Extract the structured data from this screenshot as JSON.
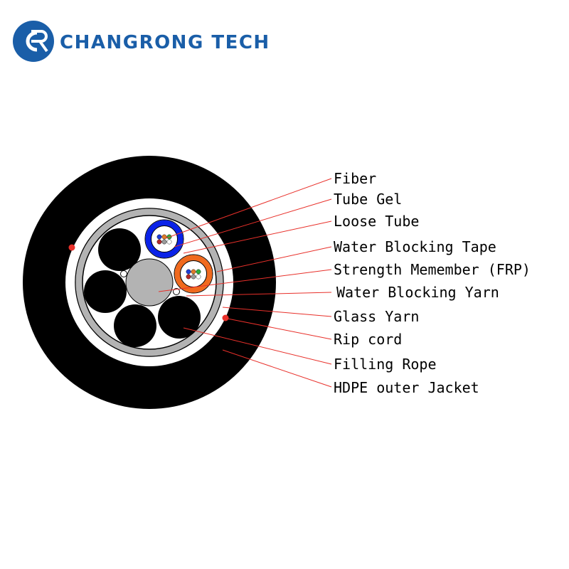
{
  "brand": {
    "name": "CHANGRONG TECH",
    "logo_letters": "CR",
    "color": "#1a5ea8"
  },
  "diagram": {
    "leader_color": "#e8302a",
    "labels": [
      {
        "id": "fiber",
        "text": "Fiber"
      },
      {
        "id": "tube-gel",
        "text": "Tube Gel"
      },
      {
        "id": "loose-tube",
        "text": "Loose Tube"
      },
      {
        "id": "water-blocking-tape",
        "text": "Water Blocking Tape"
      },
      {
        "id": "strength-member",
        "text": "Strength Memember (FRP)"
      },
      {
        "id": "water-blocking-yarn",
        "text": "Water Blocking Yarn"
      },
      {
        "id": "glass-yarn",
        "text": "Glass Yarn"
      },
      {
        "id": "rip-cord",
        "text": "Rip cord"
      },
      {
        "id": "filling-rope",
        "text": "Filling Rope"
      },
      {
        "id": "hdpe-outer-jacket",
        "text": "HDPE outer Jacket"
      }
    ]
  }
}
